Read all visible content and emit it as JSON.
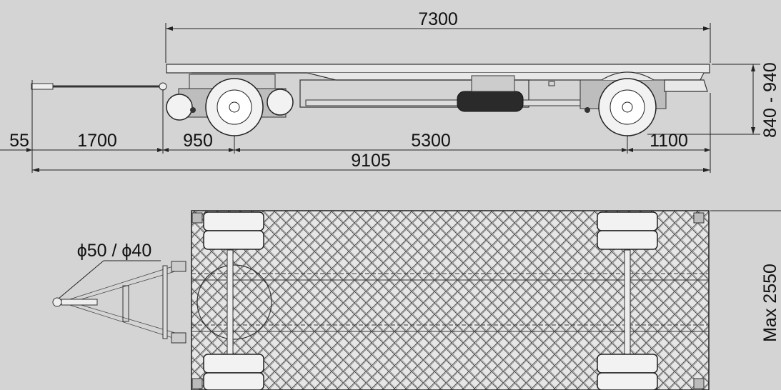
{
  "colors": {
    "background": "#d4d4d4",
    "line": "#222222",
    "deck_fill": "#e6e6e6",
    "tire_fill": "#f2f2f2"
  },
  "dimensions": {
    "deck_length": "7300",
    "overall_length": "9105",
    "eye_offset": "55",
    "drawbar": "1700",
    "front_overhang": "950",
    "wheelbase": "5300",
    "rear_overhang": "1100",
    "deck_height": "840 - 940",
    "max_width": "Max 2550",
    "coupling_eye": "ϕ50 / ϕ40"
  }
}
